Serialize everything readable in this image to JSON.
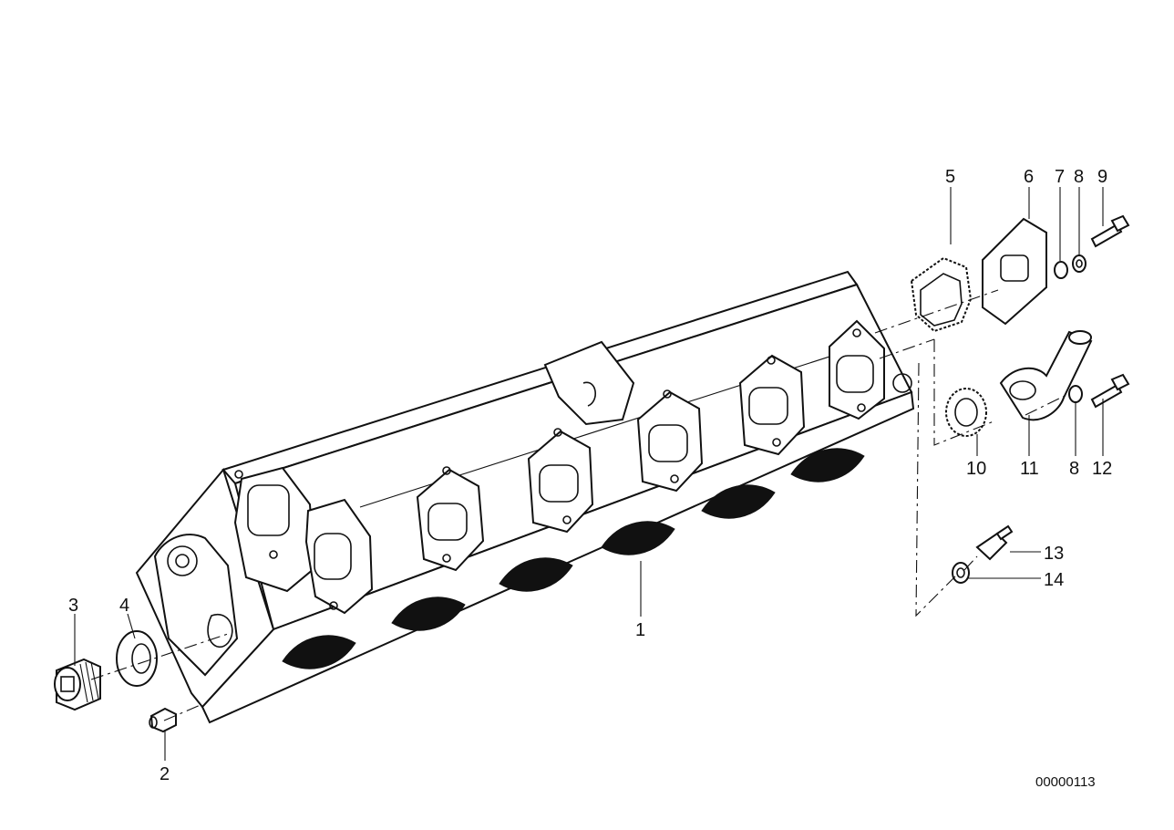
{
  "diagram": {
    "callouts": [
      {
        "id": "1",
        "label": "1"
      },
      {
        "id": "2",
        "label": "2"
      },
      {
        "id": "3",
        "label": "3"
      },
      {
        "id": "4",
        "label": "4"
      },
      {
        "id": "5",
        "label": "5"
      },
      {
        "id": "6",
        "label": "6"
      },
      {
        "id": "7",
        "label": "7"
      },
      {
        "id": "8a",
        "label": "8"
      },
      {
        "id": "9",
        "label": "9"
      },
      {
        "id": "10",
        "label": "10"
      },
      {
        "id": "11",
        "label": "11"
      },
      {
        "id": "8b",
        "label": "8"
      },
      {
        "id": "12",
        "label": "12"
      },
      {
        "id": "13",
        "label": "13"
      },
      {
        "id": "14",
        "label": "14"
      }
    ],
    "part_number": "00000113"
  }
}
